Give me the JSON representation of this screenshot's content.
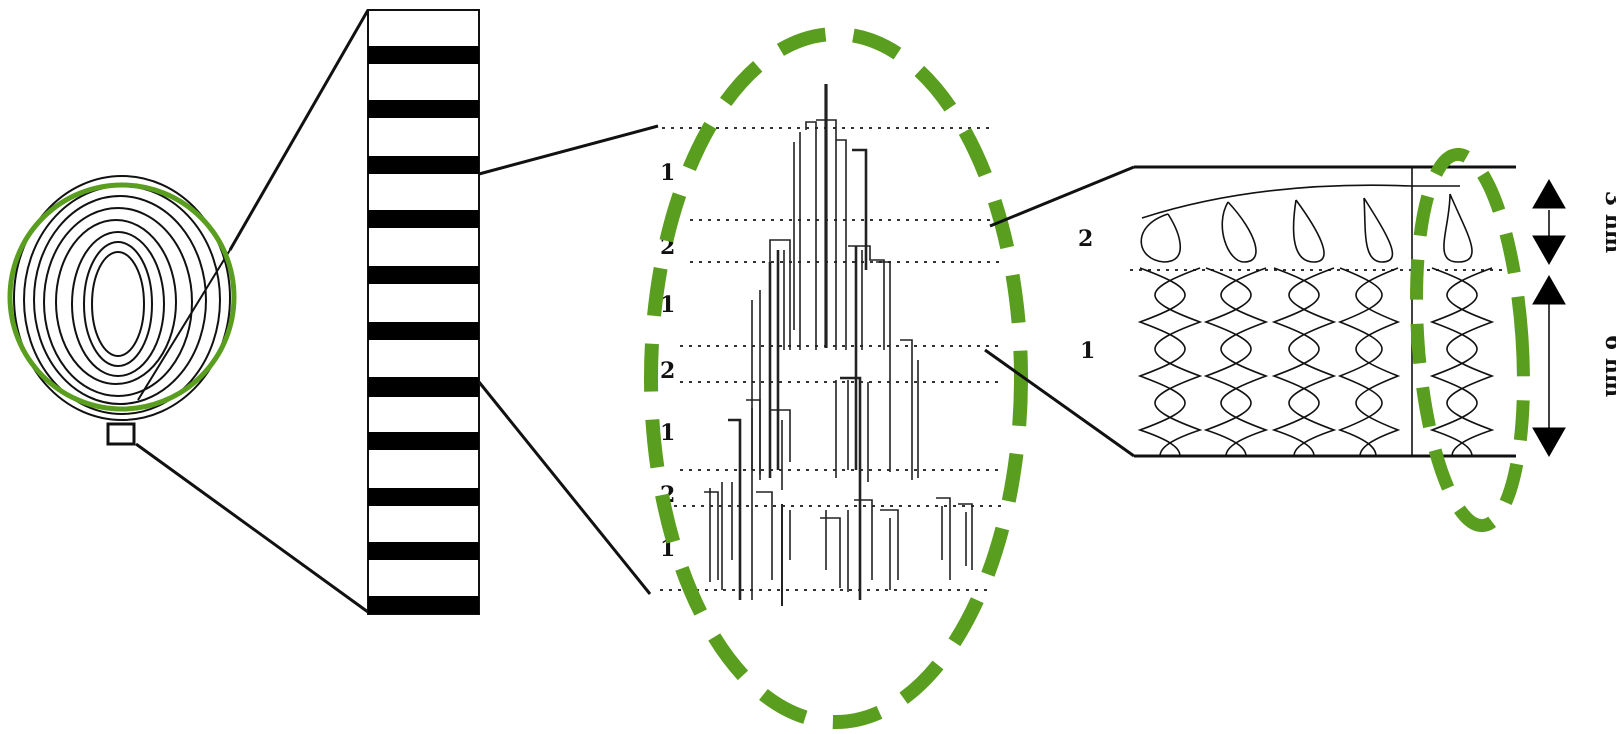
{
  "colors": {
    "highlight_green": "#5a9e1f",
    "stroke": "#111111",
    "band": "#000000",
    "background": "#ffffff"
  },
  "branch_levels": {
    "label_1": "1",
    "label_2": "2"
  },
  "helix_levels": {
    "label_2": "2",
    "label_1": "1"
  },
  "dimensions": {
    "upper": "3 nm",
    "lower": "6 nm"
  }
}
